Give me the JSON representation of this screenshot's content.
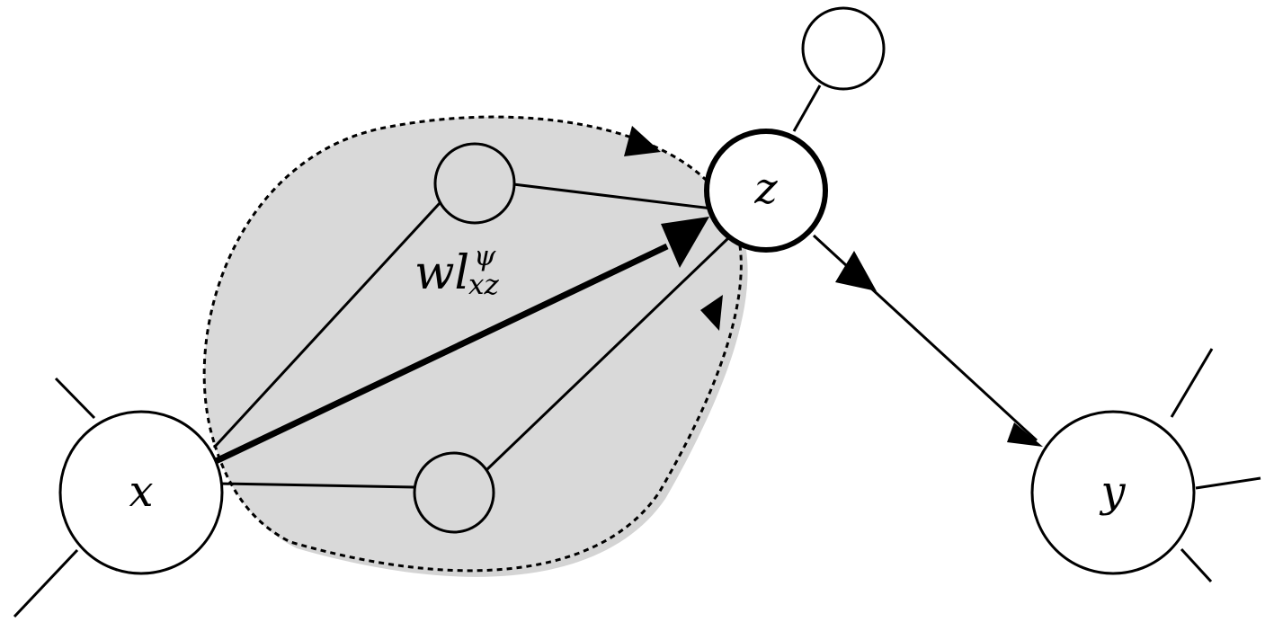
{
  "diagram": {
    "labels": {
      "x": "x",
      "y": "y",
      "z": "z",
      "edge_main": "wl",
      "edge_sup": "ψ",
      "edge_sub": "xz"
    },
    "colors": {
      "line": "#000000",
      "node_fill": "#ffffff",
      "region_fill": "#d9d9d9",
      "region_shadow": "#cfcfcf"
    }
  }
}
